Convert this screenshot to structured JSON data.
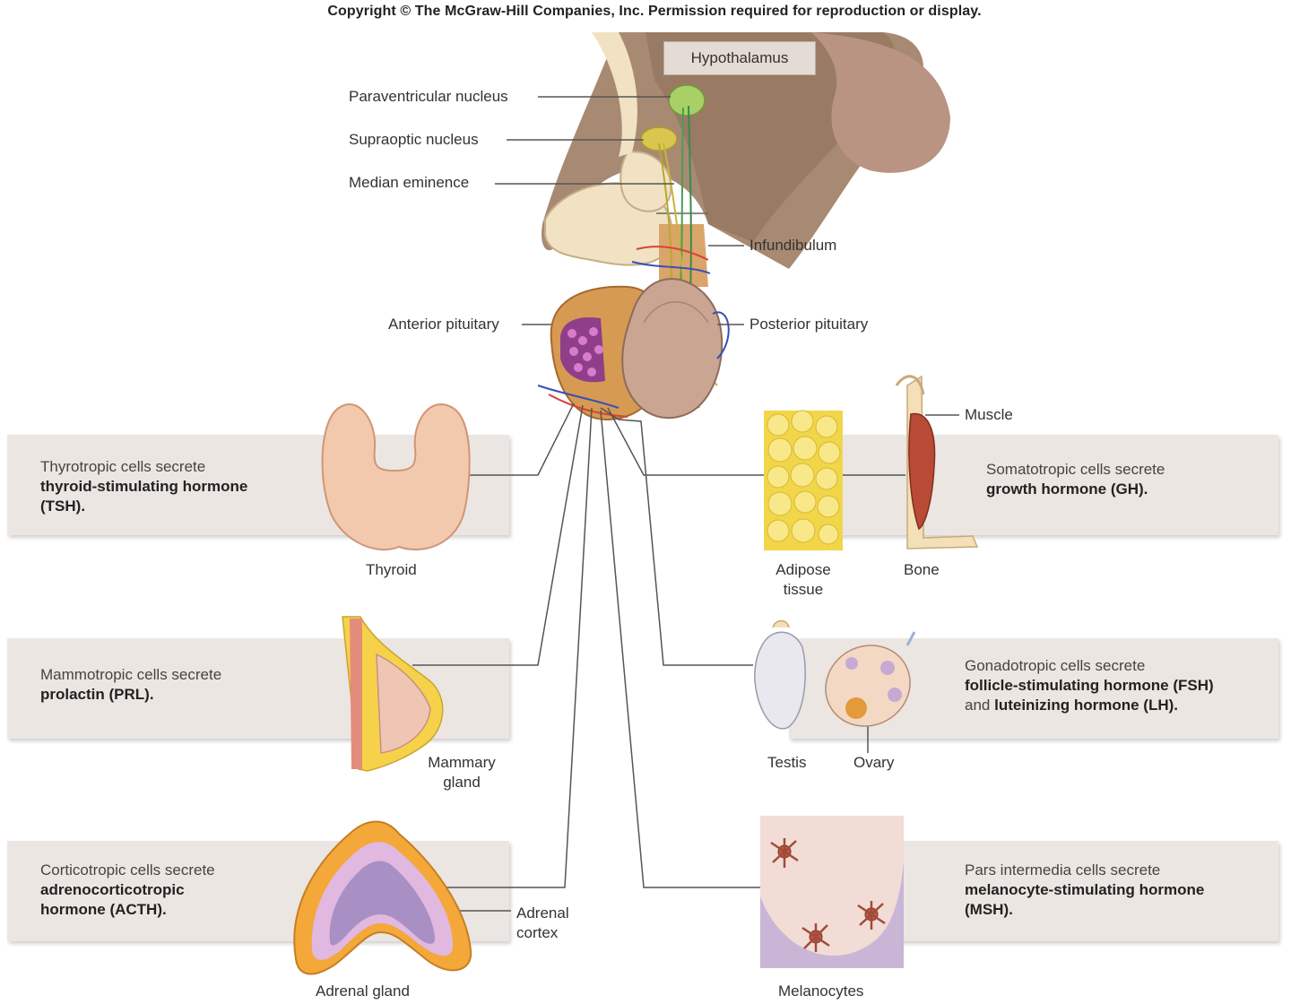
{
  "copyright": "Copyright © The McGraw-Hill Companies, Inc. Permission required for reproduction or display.",
  "labels": {
    "hypothalamus": "Hypothalamus",
    "paraventricular_nucleus": "Paraventricular nucleus",
    "supraoptic_nucleus": "Supraoptic nucleus",
    "median_eminence": "Median eminence",
    "infundibulum": "Infundibulum",
    "anterior_pituitary": "Anterior pituitary",
    "posterior_pituitary": "Posterior pituitary",
    "thyroid": "Thyroid",
    "muscle": "Muscle",
    "adipose_tissue": [
      "Adipose",
      "tissue"
    ],
    "bone": "Bone",
    "mammary_gland": [
      "Mammary",
      "gland"
    ],
    "testis": "Testis",
    "ovary": "Ovary",
    "adrenal_cortex": [
      "Adrenal",
      "cortex"
    ],
    "adrenal_gland": "Adrenal gland",
    "melanocytes": "Melanocytes"
  },
  "boxes": {
    "tsh": {
      "intro": "Thyrotropic cells secrete",
      "bold": [
        "thyroid-stimulating hormone",
        "(TSH)."
      ]
    },
    "gh": {
      "intro": "Somatotropic cells secrete",
      "bold": [
        "growth hormone (GH)."
      ]
    },
    "prl": {
      "intro": "Mammotropic cells secrete",
      "bold": [
        "prolactin (PRL)."
      ]
    },
    "gonado": {
      "intro": "Gonadotropic cells secrete",
      "bold1": "follicle-stimulating hormone (FSH)",
      "and": "and ",
      "bold2": "luteinizing hormone (LH)."
    },
    "acth": {
      "intro": "Corticotropic cells secrete",
      "bold": [
        "adrenocorticotropic",
        "hormone (ACTH)."
      ]
    },
    "msh": {
      "intro": "Pars intermedia cells secrete",
      "bold": [
        "melanocyte-stimulating hormone",
        "(MSH)."
      ]
    }
  },
  "colors": {
    "box_bg": "#ece6e2",
    "brain": "#a88a72",
    "anterior_pituitary": "#d69a52",
    "posterior_pituitary": "#c9a592",
    "thyroid": "#f3c9ae",
    "adipose": "#f2d64a",
    "muscle": "#b94a35",
    "adrenal_cortex": "#f4a83a",
    "adrenal_medulla": "#a88fc4"
  }
}
